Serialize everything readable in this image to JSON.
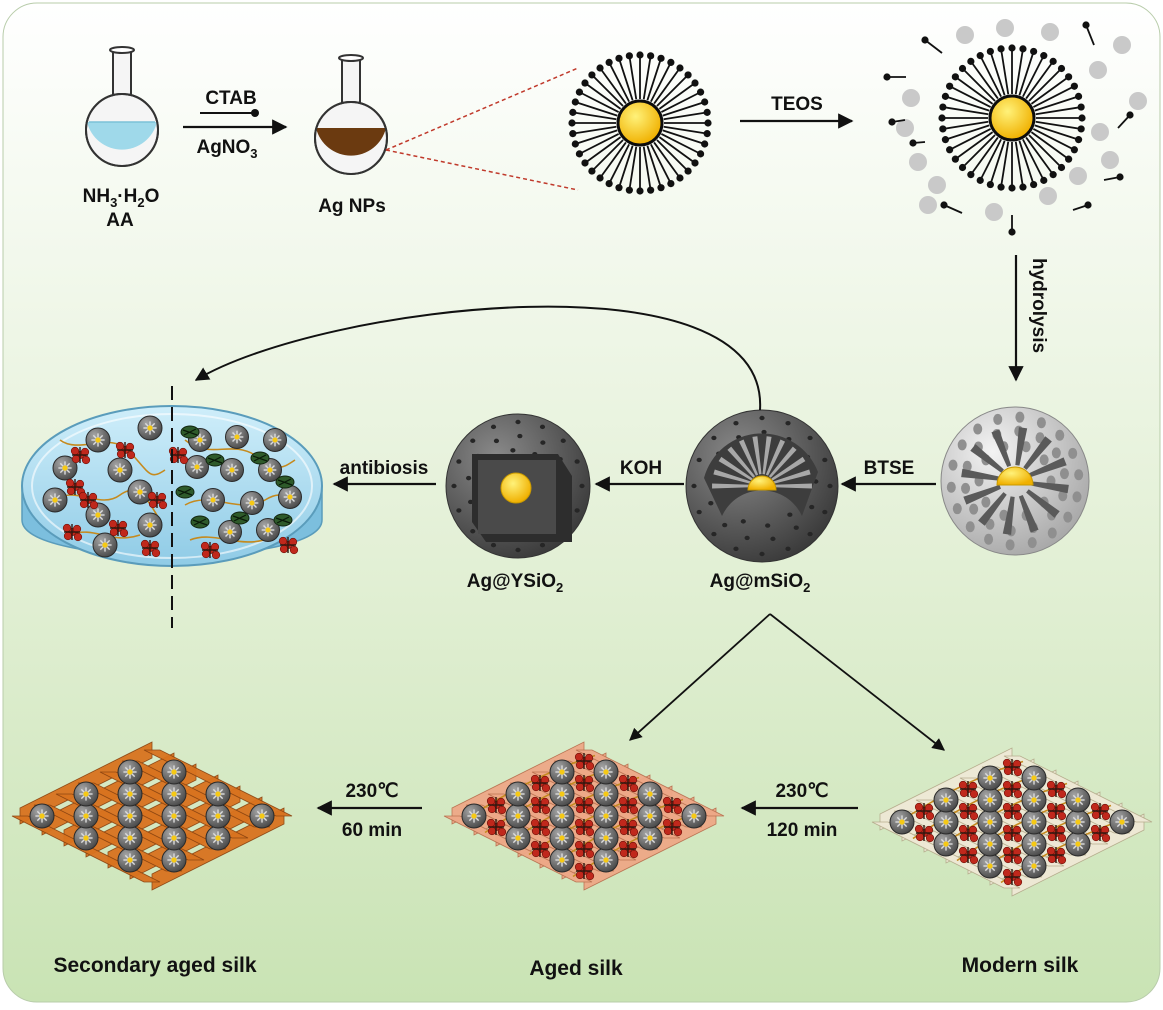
{
  "labels": {
    "precursor_line1": "NH",
    "precursor_sub3": "3",
    "precursor_dot": "·H",
    "precursor_sub2": "2",
    "precursor_o": "O",
    "precursor_line2": "AA",
    "step1_top": "CTAB",
    "step1_bottom_main": "AgNO",
    "step1_bottom_sub": "3",
    "ag_nps": "Ag NPs",
    "teos": "TEOS",
    "hydrolysis": "hydrolysis",
    "btse": "BTSE",
    "koh": "KOH",
    "antibiosis": "antibiosis",
    "ag_msio2_main": "Ag@mSiO",
    "ag_msio2_sub": "2",
    "ag_ysio2_main": "Ag@YSiO",
    "ag_ysio2_sub": "2",
    "aging1_temp": "230℃",
    "aging1_time": "120 min",
    "aging2_temp": "230℃",
    "aging2_time": "60 min",
    "modern_silk": "Modern silk",
    "aged_silk": "Aged silk",
    "secondary_aged_silk": "Secondary aged silk"
  },
  "colors": {
    "background_top": "#ffffff",
    "background_bottom": "#c9e3b4",
    "ag_core": "#f6c914",
    "flask_liquid_blue": "#9fd9ea",
    "flask_liquid_brown": "#6b3a10",
    "silk_modern": "#efe9d6",
    "silk_aged": "#eea887",
    "silk_secondary": "#d9731f",
    "sphere_gray": "#5e5e5e",
    "sphere_light": "#d4d4d4",
    "dish_blue": "#a9d9ef",
    "bacteria_red": "#c0281c",
    "fiber_gold": "#c58a1e"
  }
}
